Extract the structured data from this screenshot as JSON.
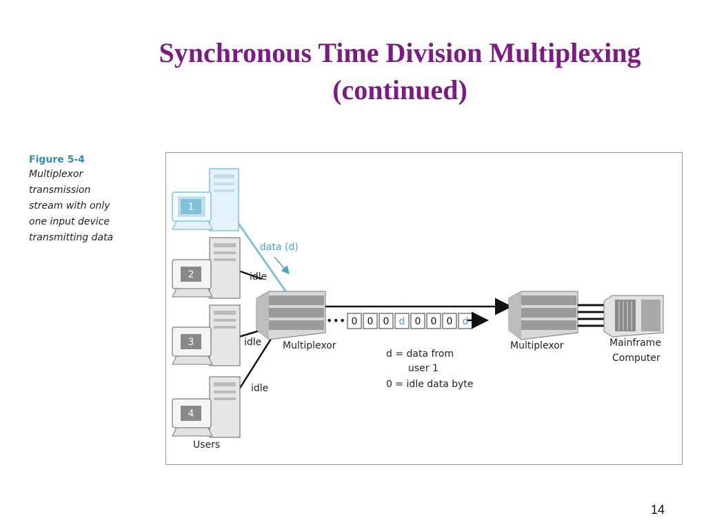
{
  "slide": {
    "title_line1": "Synchronous Time Division Multiplexing",
    "title_line2": "(continued)",
    "page_number": "14"
  },
  "caption": {
    "figure": "Figure 5-4",
    "lines": [
      "Multiplexor",
      "transmission",
      "stream with only",
      "one input device",
      "transmitting data"
    ]
  },
  "diagram": {
    "users": [
      {
        "number": "1",
        "active": true
      },
      {
        "number": "2",
        "active": false
      },
      {
        "number": "3",
        "active": false
      },
      {
        "number": "4",
        "active": false
      }
    ],
    "users_label": "Users",
    "data_label": "data (d)",
    "idle_labels": [
      "idle",
      "idle",
      "idle"
    ],
    "multiplexor_label": "Multiplexor",
    "multiplexor_right_label": "Multiplexor",
    "mainframe_label": [
      "Mainframe",
      "Computer"
    ],
    "stream_ellipsis": "•••",
    "stream": [
      "0",
      "0",
      "0",
      "d",
      "0",
      "0",
      "0",
      "d"
    ],
    "legend": [
      "d = data from",
      "user 1",
      "0 = idle data byte"
    ],
    "colors": {
      "active": "#7ec3d8",
      "active_text": "#4aa3c4",
      "title": "#7d1a86"
    }
  }
}
